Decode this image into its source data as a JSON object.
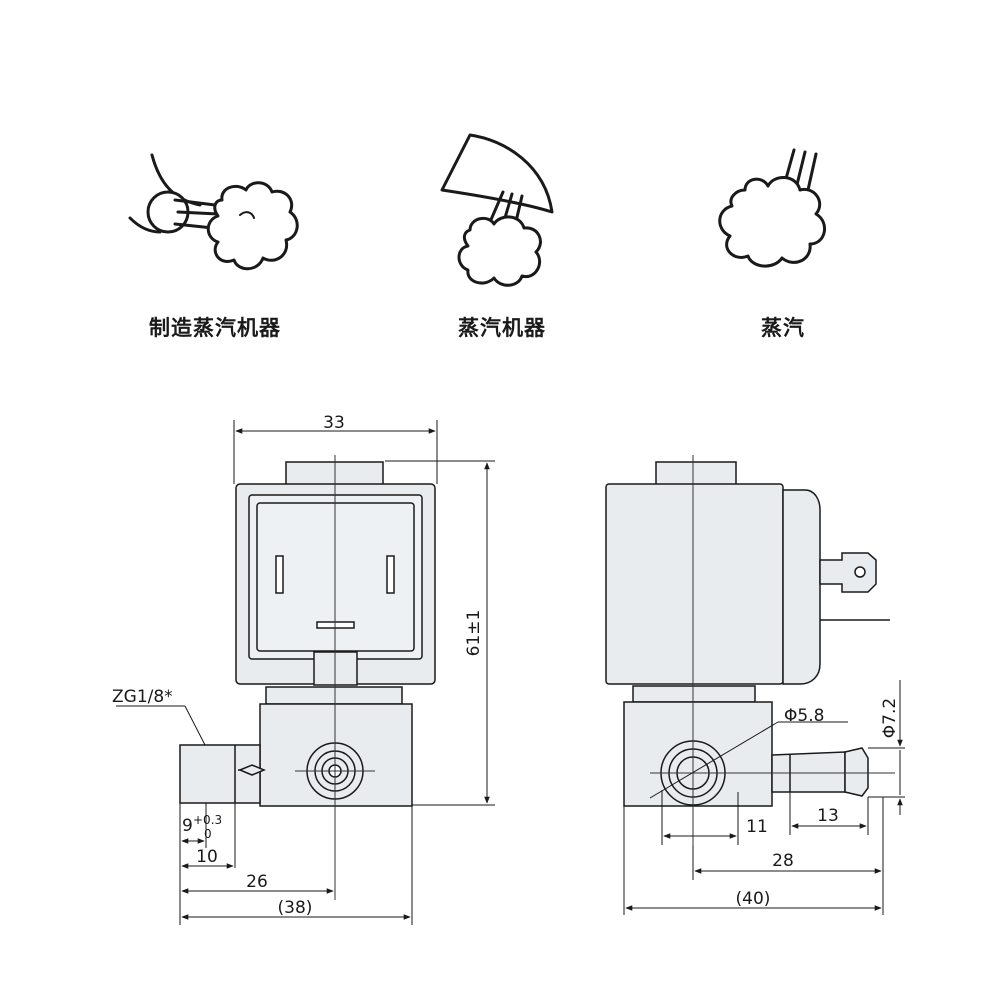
{
  "icons": {
    "make_steam_machine_label": "制造蒸汽机器",
    "steam_machine_label": "蒸汽机器",
    "steam_label": "蒸汽"
  },
  "colors": {
    "body_fill": "#e9ecef",
    "line": "#1a1a1a",
    "centerline": "#333333"
  },
  "front_view": {
    "dim_top_width": "33",
    "dim_height": "61±1",
    "thread_label": "ZG1/8*",
    "dim_thread_depth_main": "9",
    "dim_thread_depth_upper": "+0.3",
    "dim_thread_depth_lower": "0",
    "dim_10": "10",
    "dim_26": "26",
    "dim_38": "(38)"
  },
  "side_view": {
    "dim_phi_5_8": "Φ5.8",
    "dim_phi_7_2": "Φ7.2",
    "dim_11": "11",
    "dim_13": "13",
    "dim_28": "28",
    "dim_40": "(40)"
  }
}
